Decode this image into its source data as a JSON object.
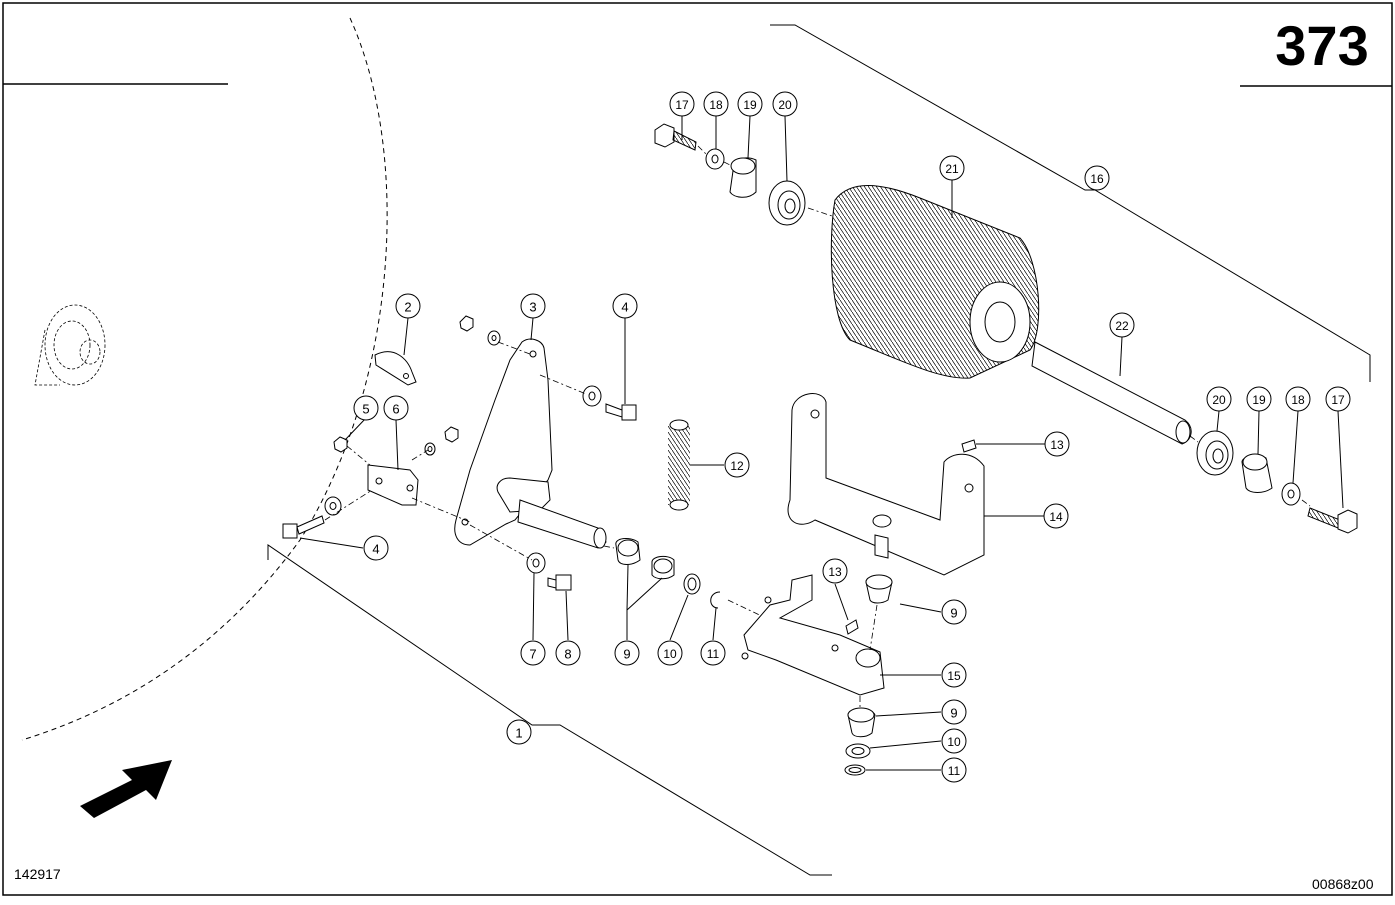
{
  "page_number": "373",
  "drawing_code_left": "142917",
  "drawing_code_right": "00868z00",
  "callouts": {
    "c1": "1",
    "c2": "2",
    "c3": "3",
    "c4a": "4",
    "c4b": "4",
    "c5": "5",
    "c6": "6",
    "c7": "7",
    "c8": "8",
    "c9a": "9",
    "c9b": "9",
    "c9c": "9",
    "c10a": "10",
    "c10b": "10",
    "c11a": "11",
    "c11b": "11",
    "c12": "12",
    "c13a": "13",
    "c13b": "13",
    "c14": "14",
    "c15": "15",
    "c16": "16",
    "c17a": "17",
    "c17b": "17",
    "c18a": "18",
    "c18b": "18",
    "c19a": "19",
    "c19b": "19",
    "c20a": "20",
    "c20b": "20",
    "c21": "21",
    "c22": "22"
  }
}
